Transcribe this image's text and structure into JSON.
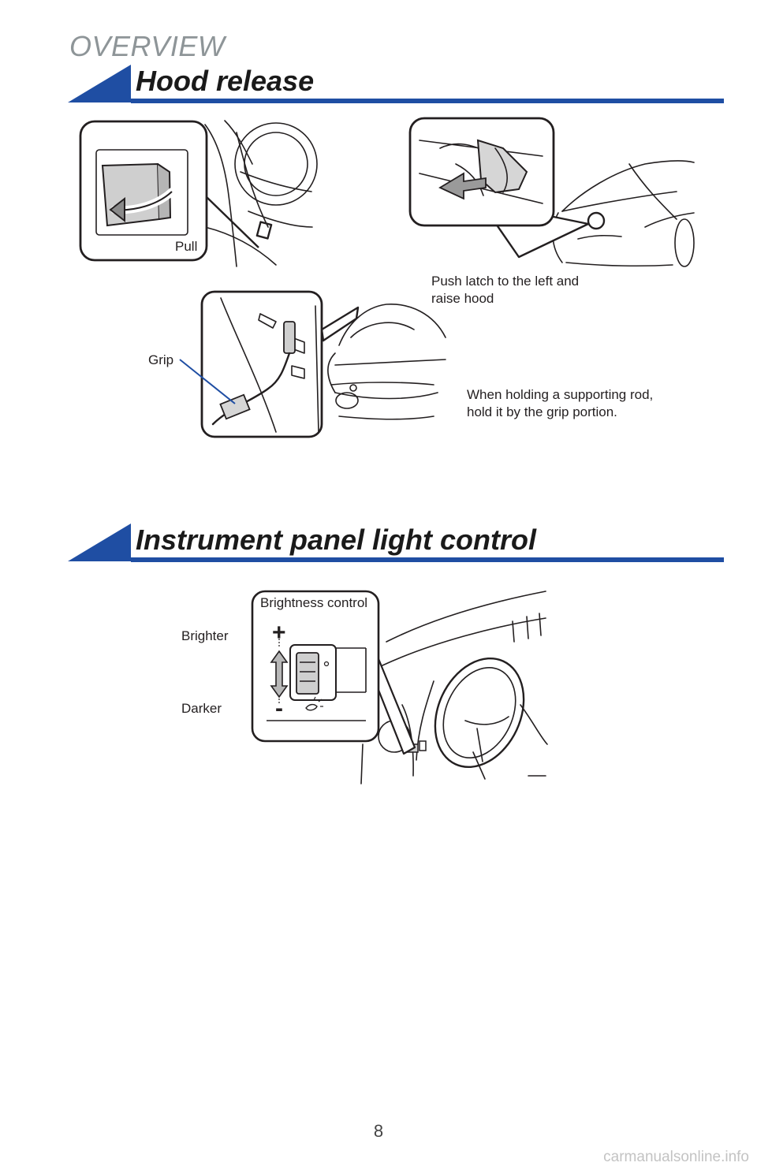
{
  "header": {
    "overview": "OVERVIEW"
  },
  "hood_release": {
    "title": "Hood release",
    "label_pull": "Pull",
    "label_push_line1": "Push latch to the left and",
    "label_push_line2": "raise hood",
    "label_grip": "Grip",
    "label_holding_line1": "When holding a supporting rod,",
    "label_holding_line2": "hold it by the grip portion."
  },
  "instrument_panel": {
    "title": "Instrument panel light control",
    "label_brightness": "Brightness control",
    "label_brighter": "Brighter",
    "label_darker": "Darker",
    "plus": "+",
    "minus": "-"
  },
  "footer": {
    "page_number": "8",
    "watermark": "carmanualsonline.info"
  },
  "colors": {
    "accent_blue": "#1f4ea3",
    "overview_gray": "#8e9598"
  }
}
